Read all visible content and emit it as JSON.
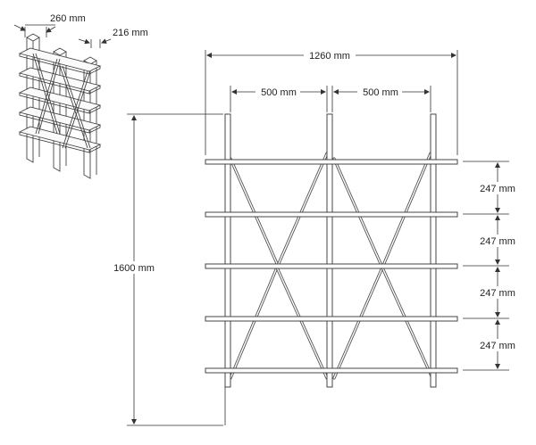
{
  "labels": {
    "depth_top": "260 mm",
    "depth_board": "216 mm",
    "total_width": "1260 mm",
    "bay_left": "500 mm",
    "bay_right": "500 mm",
    "height": "1600 mm",
    "gap_1": "247 mm",
    "gap_2": "247 mm",
    "gap_3": "247 mm",
    "gap_4": "247 mm"
  },
  "colors": {
    "line": "#444444",
    "text": "#222222",
    "background": "#ffffff"
  }
}
